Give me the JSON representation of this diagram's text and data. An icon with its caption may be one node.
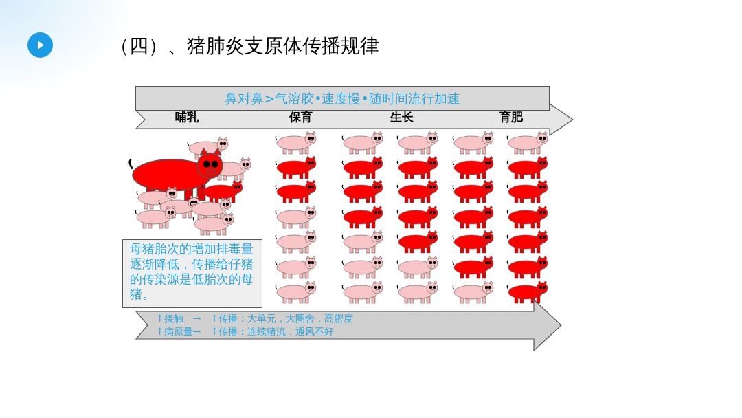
{
  "diagram": {
    "title": "（四）、猪肺炎支原体传播规律",
    "nodes": [
      {
        "text": [
          "鼻对鼻>气溶胶•速度慢•随时间流行加速"
        ]
      },
      {
        "text": [
          "哺乳",
          "保育",
          "生长",
          "育肥"
        ]
      },
      {
        "text": [
          "母猪胎次的增加排毒量逐渐降低，传播给仔猪的传染源是低胎次的母猪。"
        ]
      },
      {
        "text": [
          "↑接触　→　↑传播：大单元，大圈舍，高密度",
          "↑病原量→　↑传播：连续猪流，通风不好"
        ]
      }
    ]
  }
}
